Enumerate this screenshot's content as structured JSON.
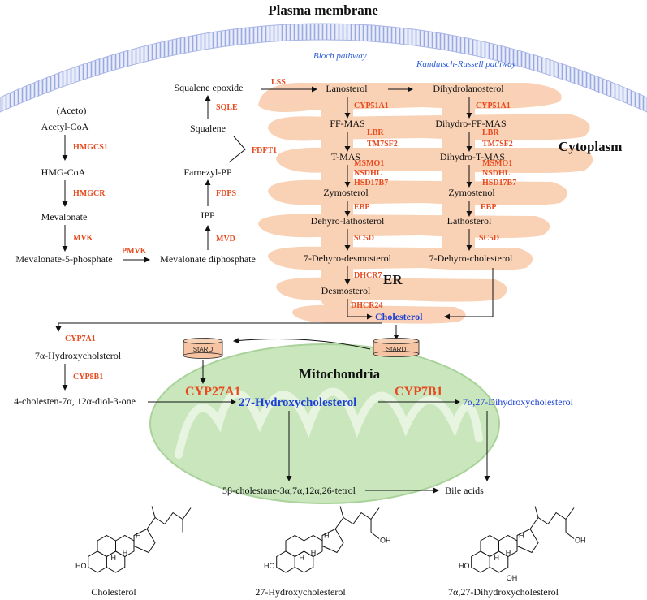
{
  "regions": {
    "plasma_membrane": "Plasma membrane",
    "cytoplasm": "Cytoplasm",
    "er": "ER",
    "mitochondria": "Mitochondria"
  },
  "pathways": {
    "bloch": "Bloch pathway",
    "kandutsch": "Kandutsch-Russell pathway"
  },
  "mevalonate": {
    "aceto": "(Aceto)",
    "acetyl_coa": "Acetyl-CoA",
    "hmgcs1": "HMGCS1",
    "hmg_coa": "HMG-CoA",
    "hmgcr": "HMGCR",
    "mevalonate": "Mevalonate",
    "mvk": "MVK",
    "mev5p": "Mevalonate-5-phosphate",
    "pmvk": "PMVK",
    "mevpp": "Mevalonate diphosphate",
    "mvd": "MVD",
    "ipp": "IPP",
    "fdps": "FDPS",
    "farnesyl": "Farnezyl-PP",
    "fdft1": "FDFT1",
    "squalene": "Squalene",
    "sqle": "SQLE",
    "squalene_epoxide": "Squalene epoxide",
    "lss": "LSS"
  },
  "bloch": {
    "lanosterol": "Lanosterol",
    "cyp51a1": "CYP51A1",
    "ffmas": "FF-MAS",
    "lbr": "LBR",
    "tm7sf2": "TM7SF2",
    "tmas": "T-MAS",
    "msmo1": "MSMO1",
    "nsdhl": "NSDHL",
    "hsd17b7": "HSD17B7",
    "zymosterol": "Zymosterol",
    "ebp": "EBP",
    "dehyro_lathosterol": "Dehyro-lathosterol",
    "sc5d": "SC5D",
    "dehyro_desmosterol": "7-Dehyro-desmosterol",
    "dhcr7": "DHCR7",
    "desmosterol": "Desmosterol",
    "dhcr24": "DHCR24",
    "cholesterol": "Cholesterol"
  },
  "kr": {
    "dihydrolanosterol": "Dihydrolanosterol",
    "cyp51a1": "CYP51A1",
    "dihydro_ffmas": "Dihydro-FF-MAS",
    "lbr": "LBR",
    "tm7sf2": "TM7SF2",
    "dihydro_tmas": "Dihydro-T-MAS",
    "msmo1": "MSMO1",
    "nsdhl": "NSDHL",
    "hsd17b7": "HSD17B7",
    "zymostenol": "Zymostenol",
    "ebp": "EBP",
    "lathosterol": "Lathosterol",
    "sc5d": "SC5D",
    "dehyro_cholesterol": "7-Dehyro-cholesterol"
  },
  "bile": {
    "cyp7a1": "CYP7A1",
    "hydroxy7a": "7α-Hydroxycholsterol",
    "cyp8b1": "CYP8B1",
    "cholesten": "4-cholesten-7α, 12α-diol-3-one",
    "stard_left": "StARD",
    "stard_right": "StARD",
    "cyp27a1": "CYP27A1",
    "hc27": "27-Hydroxycholesterol",
    "cyp7b1": "CYP7B1",
    "dihydroxy": "7α,27-Dihydroxycholesterol",
    "tetrol": "5β-cholestane-3α,7α,12α,26-tetrol",
    "bile_acids": "Bile acids"
  },
  "structures": {
    "s1": "Cholesterol",
    "s2": "27-Hydroxycholesterol",
    "s3": "7α,27-Dihydroxycholesterol",
    "h": "H",
    "ho": "HO",
    "oh": "OH"
  },
  "colors": {
    "membrane": "#aab6e6",
    "er": "#f9c9a9",
    "mito": "#bfe0b0",
    "enzyme": "#e84a1e",
    "highlight": "#1a3fd6"
  }
}
